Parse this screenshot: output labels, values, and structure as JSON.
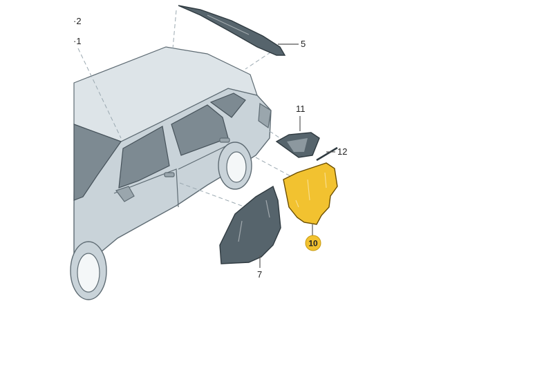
{
  "diagram": {
    "callouts": [
      {
        "id": "1",
        "label": "1"
      },
      {
        "id": "2",
        "label": "2"
      },
      {
        "id": "5",
        "label": "5"
      },
      {
        "id": "7",
        "label": "7"
      },
      {
        "id": "10",
        "label": "10",
        "highlighted": true
      },
      {
        "id": "11",
        "label": "11"
      },
      {
        "id": "12",
        "label": "12"
      }
    ],
    "colors": {
      "highlight": "#f2c230",
      "glass": "#56646c",
      "body": "#c9d3d9"
    }
  }
}
